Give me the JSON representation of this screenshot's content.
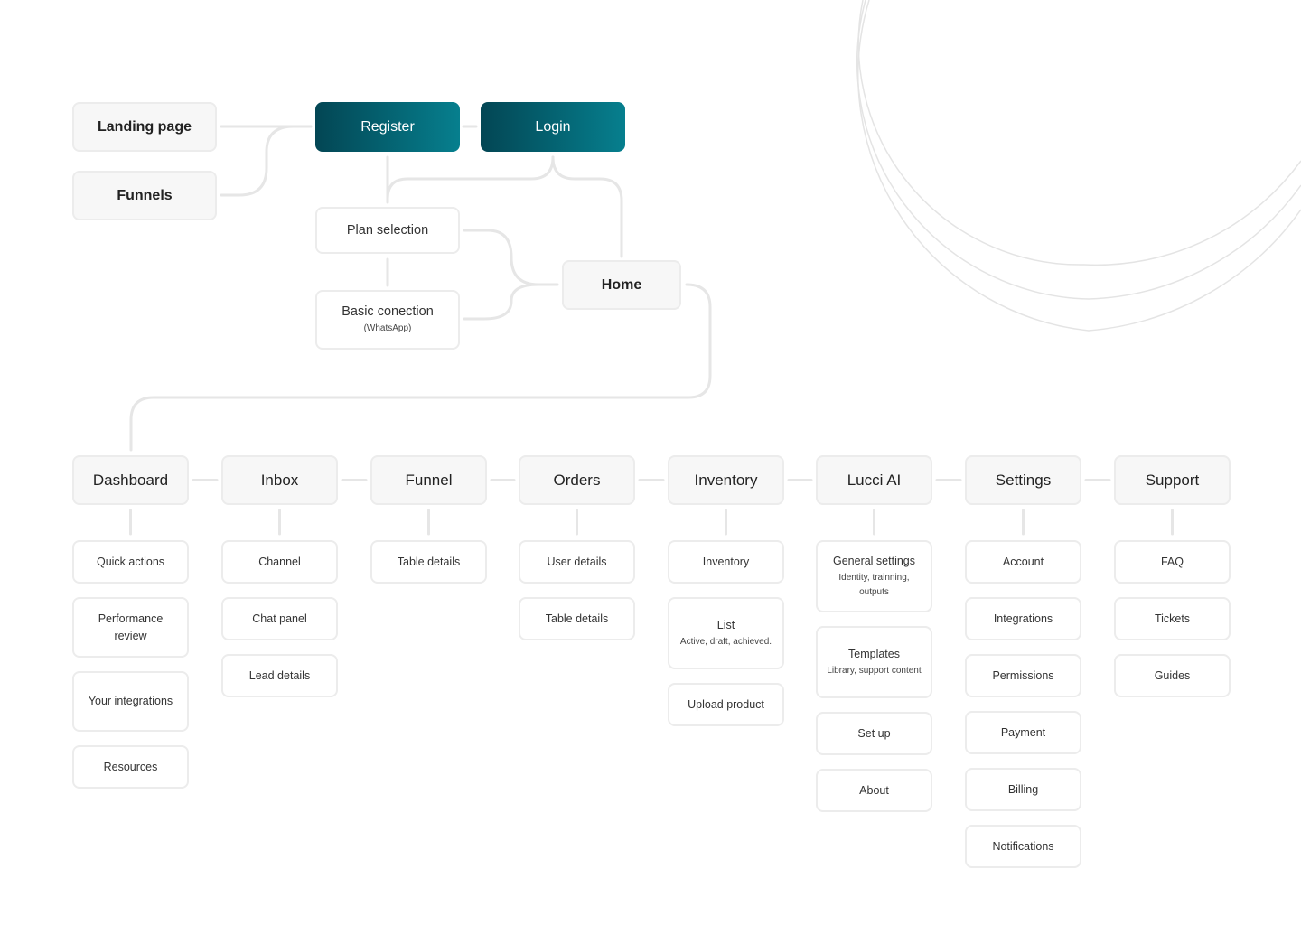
{
  "diagram": {
    "entry": {
      "landing": "Landing page",
      "funnels": "Funnels",
      "register": "Register",
      "login": "Login",
      "plan_selection": "Plan selection",
      "basic_connection": "Basic conection",
      "basic_connection_sub": "(WhatsApp)",
      "home": "Home"
    },
    "colors": {
      "accent_start": "#034654",
      "accent_end": "#067f8e",
      "line": "#e6e6e6",
      "node_border": "#ececec"
    },
    "columns": [
      {
        "title": "Dashboard",
        "items": [
          {
            "label": "Quick actions"
          },
          {
            "label": "Performance review"
          },
          {
            "label": "Your integrations"
          },
          {
            "label": "Resources"
          }
        ]
      },
      {
        "title": "Inbox",
        "items": [
          {
            "label": "Channel"
          },
          {
            "label": "Chat panel"
          },
          {
            "label": "Lead details"
          }
        ]
      },
      {
        "title": "Funnel",
        "items": [
          {
            "label": "Table details"
          }
        ]
      },
      {
        "title": "Orders",
        "items": [
          {
            "label": "User details"
          },
          {
            "label": "Table details"
          }
        ]
      },
      {
        "title": "Inventory",
        "items": [
          {
            "label": "Inventory"
          },
          {
            "label": "List",
            "sub": "Active, draft, achieved."
          },
          {
            "label": "Upload product"
          }
        ]
      },
      {
        "title": "Lucci AI",
        "items": [
          {
            "label": "General settings",
            "sub": "Identity, trainning, outputs"
          },
          {
            "label": "Templates",
            "sub": "Library, support content"
          },
          {
            "label": "Set up"
          },
          {
            "label": "About"
          }
        ]
      },
      {
        "title": "Settings",
        "items": [
          {
            "label": "Account"
          },
          {
            "label": "Integrations"
          },
          {
            "label": "Permissions"
          },
          {
            "label": "Payment"
          },
          {
            "label": "Billing"
          },
          {
            "label": "Notifications"
          }
        ]
      },
      {
        "title": "Support",
        "items": [
          {
            "label": "FAQ"
          },
          {
            "label": "Tickets"
          },
          {
            "label": "Guides"
          }
        ]
      }
    ]
  }
}
